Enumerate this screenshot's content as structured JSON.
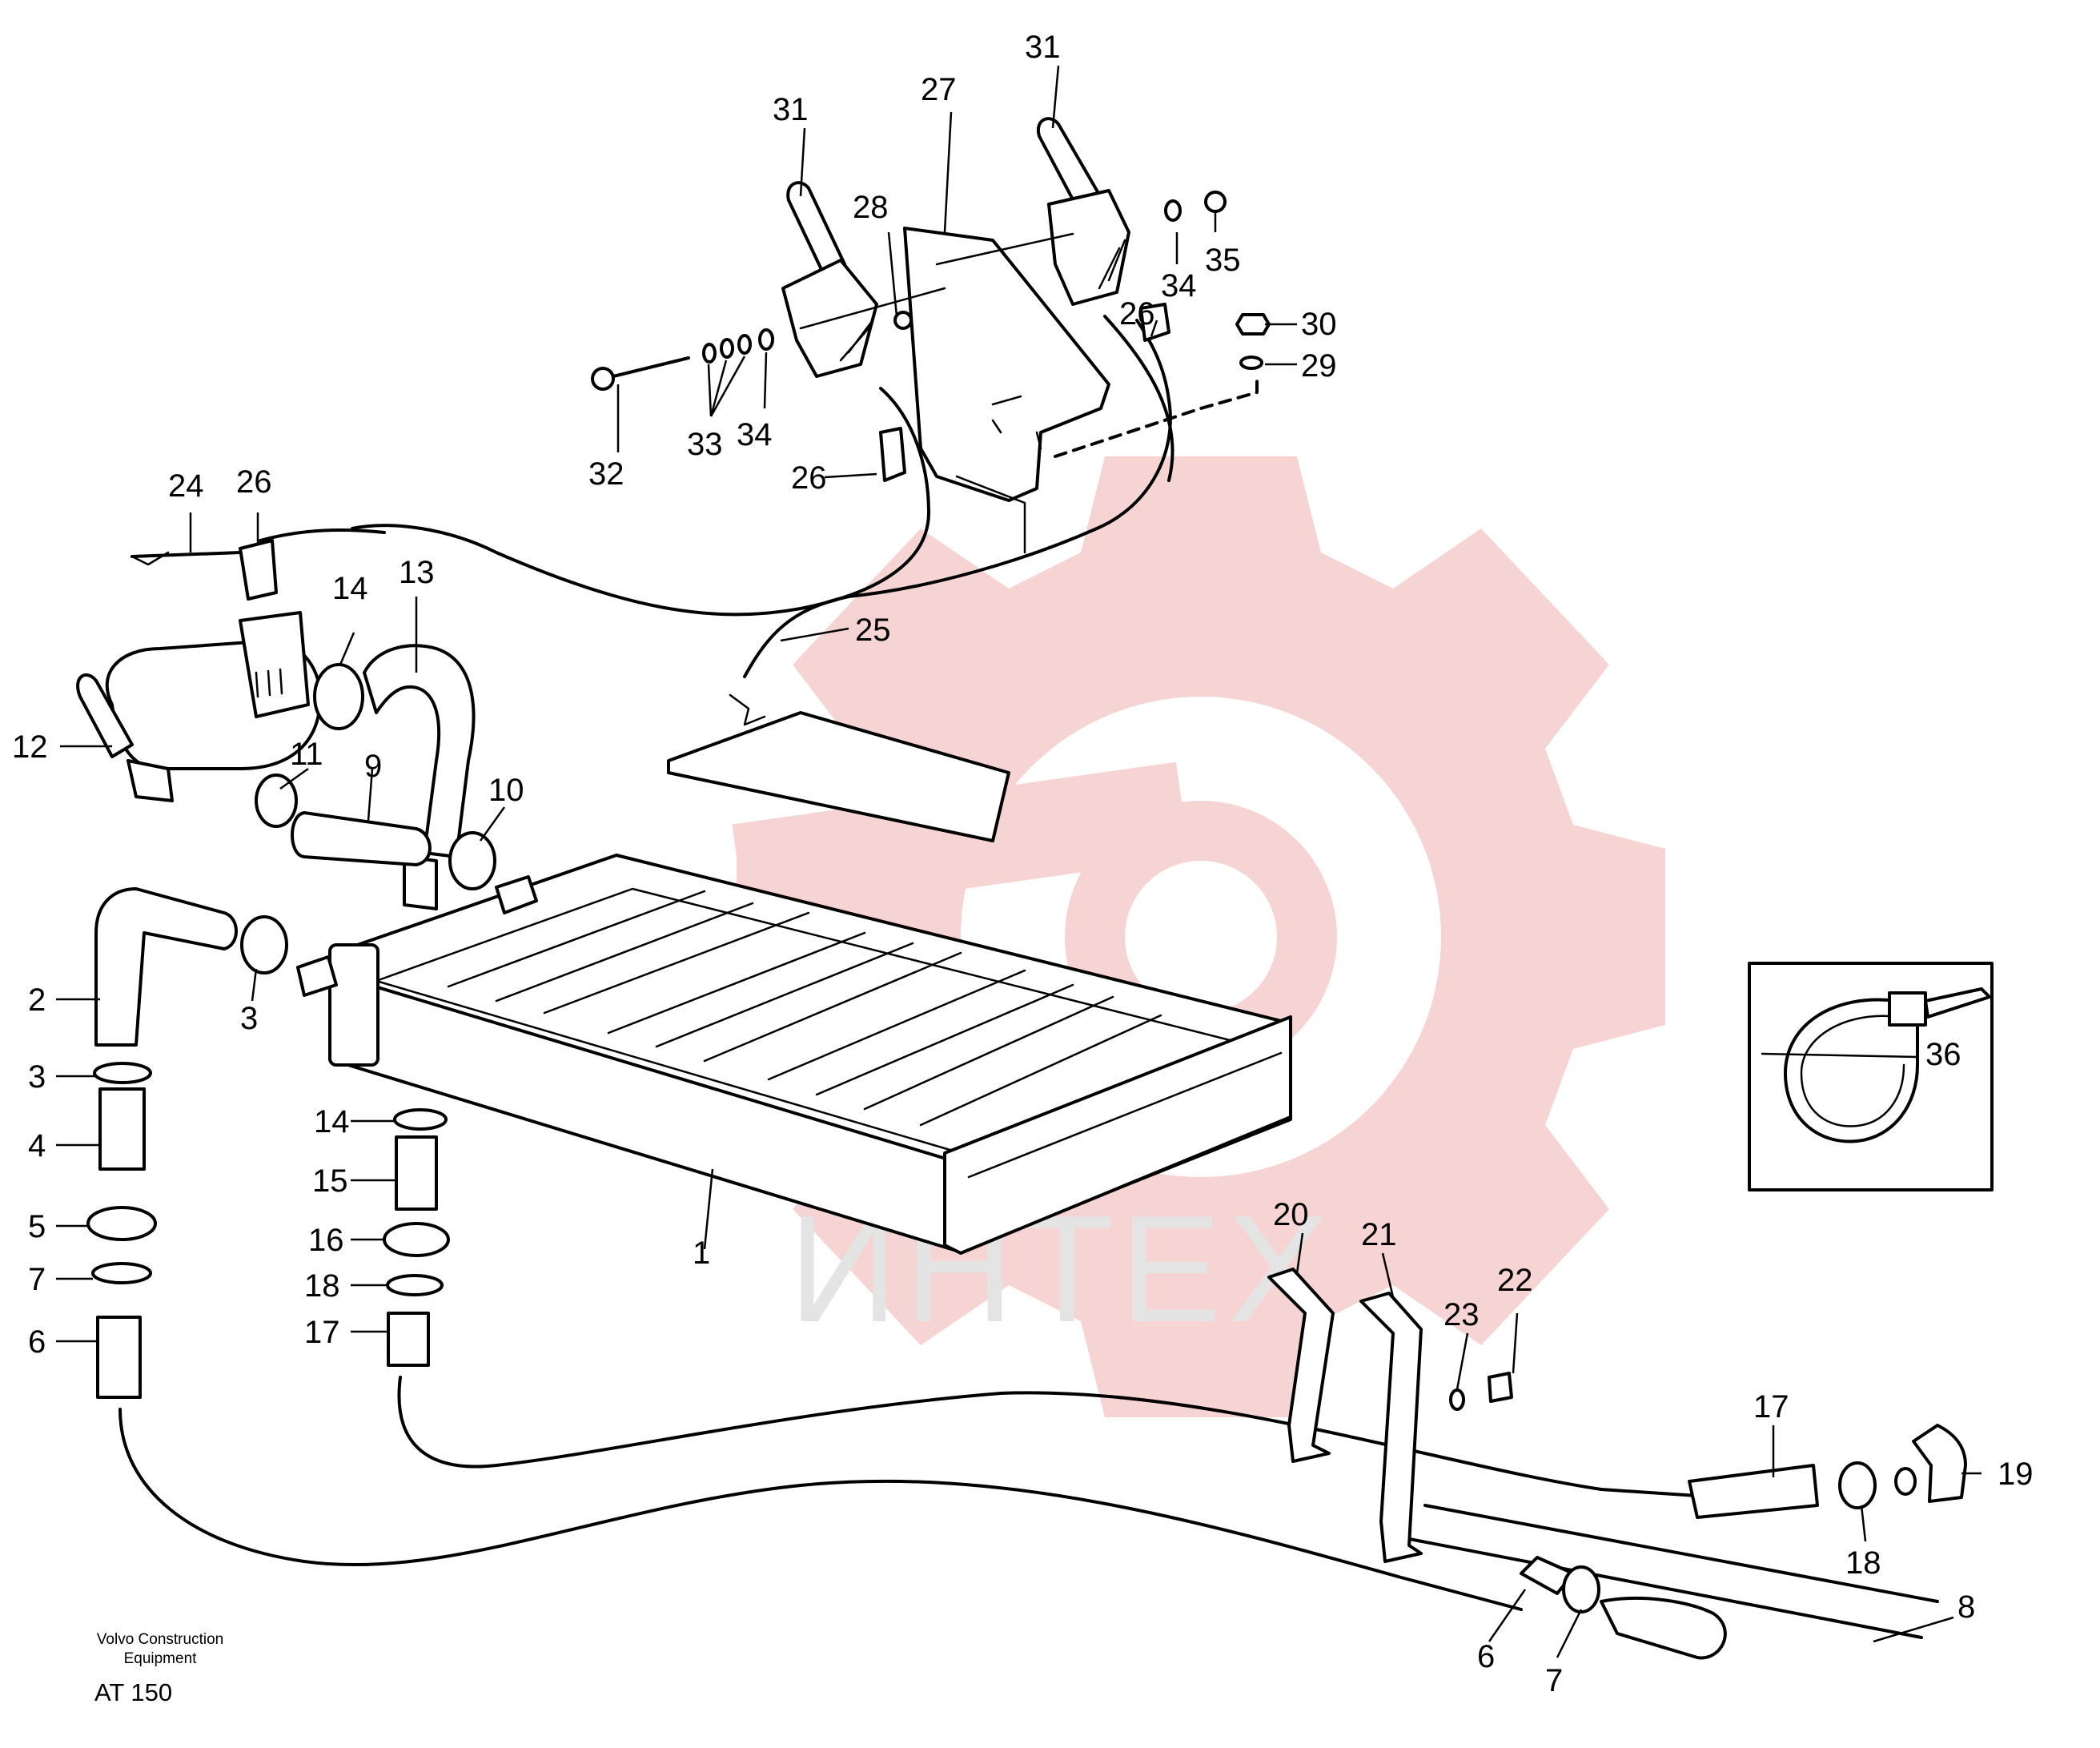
{
  "watermark": {
    "text": "ИНТЕХ",
    "gear_color": "#f6d4d4",
    "text_color": "#e4e4e4"
  },
  "footer": {
    "manufacturer": "Volvo Construction Equipment",
    "model_code": "AT 150"
  },
  "callouts": [
    {
      "id": "c1",
      "text": "1"
    },
    {
      "id": "c2",
      "text": "2"
    },
    {
      "id": "c3a",
      "text": "3"
    },
    {
      "id": "c3b",
      "text": "3"
    },
    {
      "id": "c4",
      "text": "4"
    },
    {
      "id": "c5",
      "text": "5"
    },
    {
      "id": "c6a",
      "text": "6"
    },
    {
      "id": "c6b",
      "text": "6"
    },
    {
      "id": "c7a",
      "text": "7"
    },
    {
      "id": "c7b",
      "text": "7"
    },
    {
      "id": "c8",
      "text": "8"
    },
    {
      "id": "c9",
      "text": "9"
    },
    {
      "id": "c10",
      "text": "10"
    },
    {
      "id": "c11",
      "text": "11"
    },
    {
      "id": "c12",
      "text": "12"
    },
    {
      "id": "c13",
      "text": "13"
    },
    {
      "id": "c14a",
      "text": "14"
    },
    {
      "id": "c14b",
      "text": "14"
    },
    {
      "id": "c15",
      "text": "15"
    },
    {
      "id": "c16",
      "text": "16"
    },
    {
      "id": "c17a",
      "text": "17"
    },
    {
      "id": "c17b",
      "text": "17"
    },
    {
      "id": "c18a",
      "text": "18"
    },
    {
      "id": "c18b",
      "text": "18"
    },
    {
      "id": "c19",
      "text": "19"
    },
    {
      "id": "c20",
      "text": "20"
    },
    {
      "id": "c21",
      "text": "21"
    },
    {
      "id": "c22",
      "text": "22"
    },
    {
      "id": "c23",
      "text": "23"
    },
    {
      "id": "c24",
      "text": "24"
    },
    {
      "id": "c25",
      "text": "25"
    },
    {
      "id": "c26a",
      "text": "26"
    },
    {
      "id": "c26b",
      "text": "26"
    },
    {
      "id": "c26c",
      "text": "26"
    },
    {
      "id": "c27",
      "text": "27"
    },
    {
      "id": "c28",
      "text": "28"
    },
    {
      "id": "c29",
      "text": "29"
    },
    {
      "id": "c30",
      "text": "30"
    },
    {
      "id": "c31a",
      "text": "31"
    },
    {
      "id": "c31b",
      "text": "31"
    },
    {
      "id": "c32",
      "text": "32"
    },
    {
      "id": "c33",
      "text": "33"
    },
    {
      "id": "c34a",
      "text": "34"
    },
    {
      "id": "c34b",
      "text": "34"
    },
    {
      "id": "c35",
      "text": "35"
    },
    {
      "id": "c36",
      "text": "36"
    }
  ]
}
